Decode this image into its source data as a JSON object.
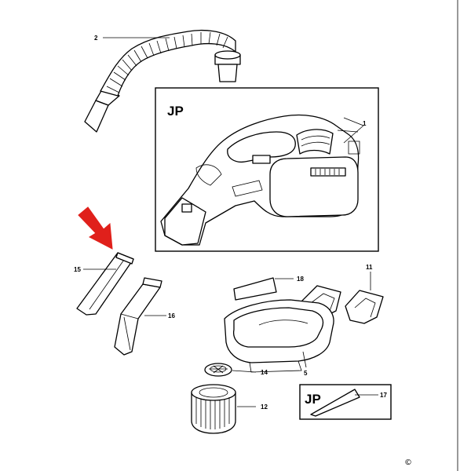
{
  "diagram": {
    "callouts": {
      "p1": "1",
      "p2": "2",
      "p5": "5",
      "p11": "11",
      "p12": "12",
      "p14": "14",
      "p15": "15",
      "p16": "16",
      "p17": "17",
      "p18": "18"
    },
    "region_labels": {
      "top": "JP",
      "bottom": "JP"
    },
    "copyright": "©",
    "colors": {
      "arrow": "#e0201b",
      "line": "#000000",
      "background": "#ffffff"
    },
    "icons": [
      "red-pointer-arrow"
    ]
  }
}
